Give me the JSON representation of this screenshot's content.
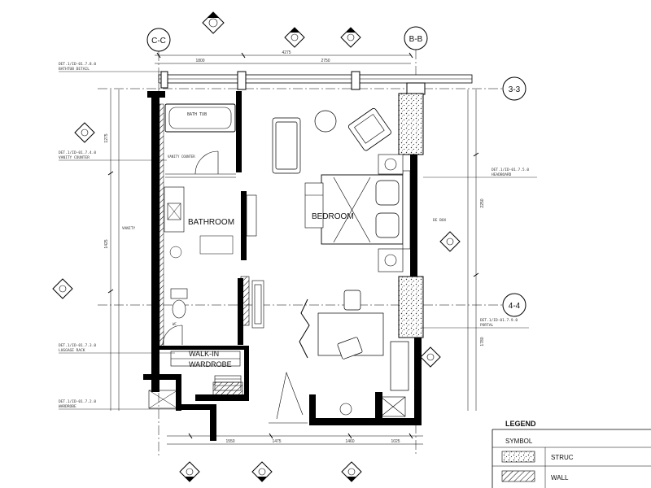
{
  "grid_labels": {
    "c_c": "C-C",
    "b_b": "B-B",
    "row_3": "3-3",
    "row_4": "4-4"
  },
  "rooms": {
    "bathroom": "BATHROOM",
    "bedroom": "BEDROOM",
    "walk_in_line1": "WALK-IN",
    "walk_in_line2": "WARDROBE"
  },
  "detail_notes": {
    "bathtub_detail_ref": "DET.1/ID-01.7.8.0",
    "bathtub_detail": "BATHTUB DETAIL",
    "vanity_ref": "DET.1/ID-01.7.4.0",
    "vanity_counter": "VANITY COUNTER",
    "headboard_ref": "DET.1/ID-01.7.5.0",
    "headboard": "HEADBOARD",
    "luggage_ref": "DET.1/ID-01.7.3.0",
    "luggage_rack": "LUGGAGE RACK",
    "wardrobe_ref": "DET.1/ID-01.7.2.0",
    "wardrobe": "WARDROBE",
    "portal_ref": "DET.1/ID-01.7.9.0",
    "portal": "PORTAL",
    "vanity": "VANITY",
    "bath_tub": "BATH TUB",
    "de_box": "DE BOX",
    "wc": "WC"
  },
  "dimensions": {
    "top_total": "4275",
    "top_a": "1800",
    "top_b": "2750",
    "bottom_a": "1550",
    "bottom_b": "1475",
    "bottom_c": "1460",
    "bottom_d": "1025",
    "left_a": "1275",
    "left_b": "1425",
    "right_a": "2250",
    "right_b": "1780"
  },
  "legend": {
    "title": "LEGEND",
    "symbol_header": "SYMBOL",
    "structural": "STRUC",
    "wall": "WALL"
  }
}
